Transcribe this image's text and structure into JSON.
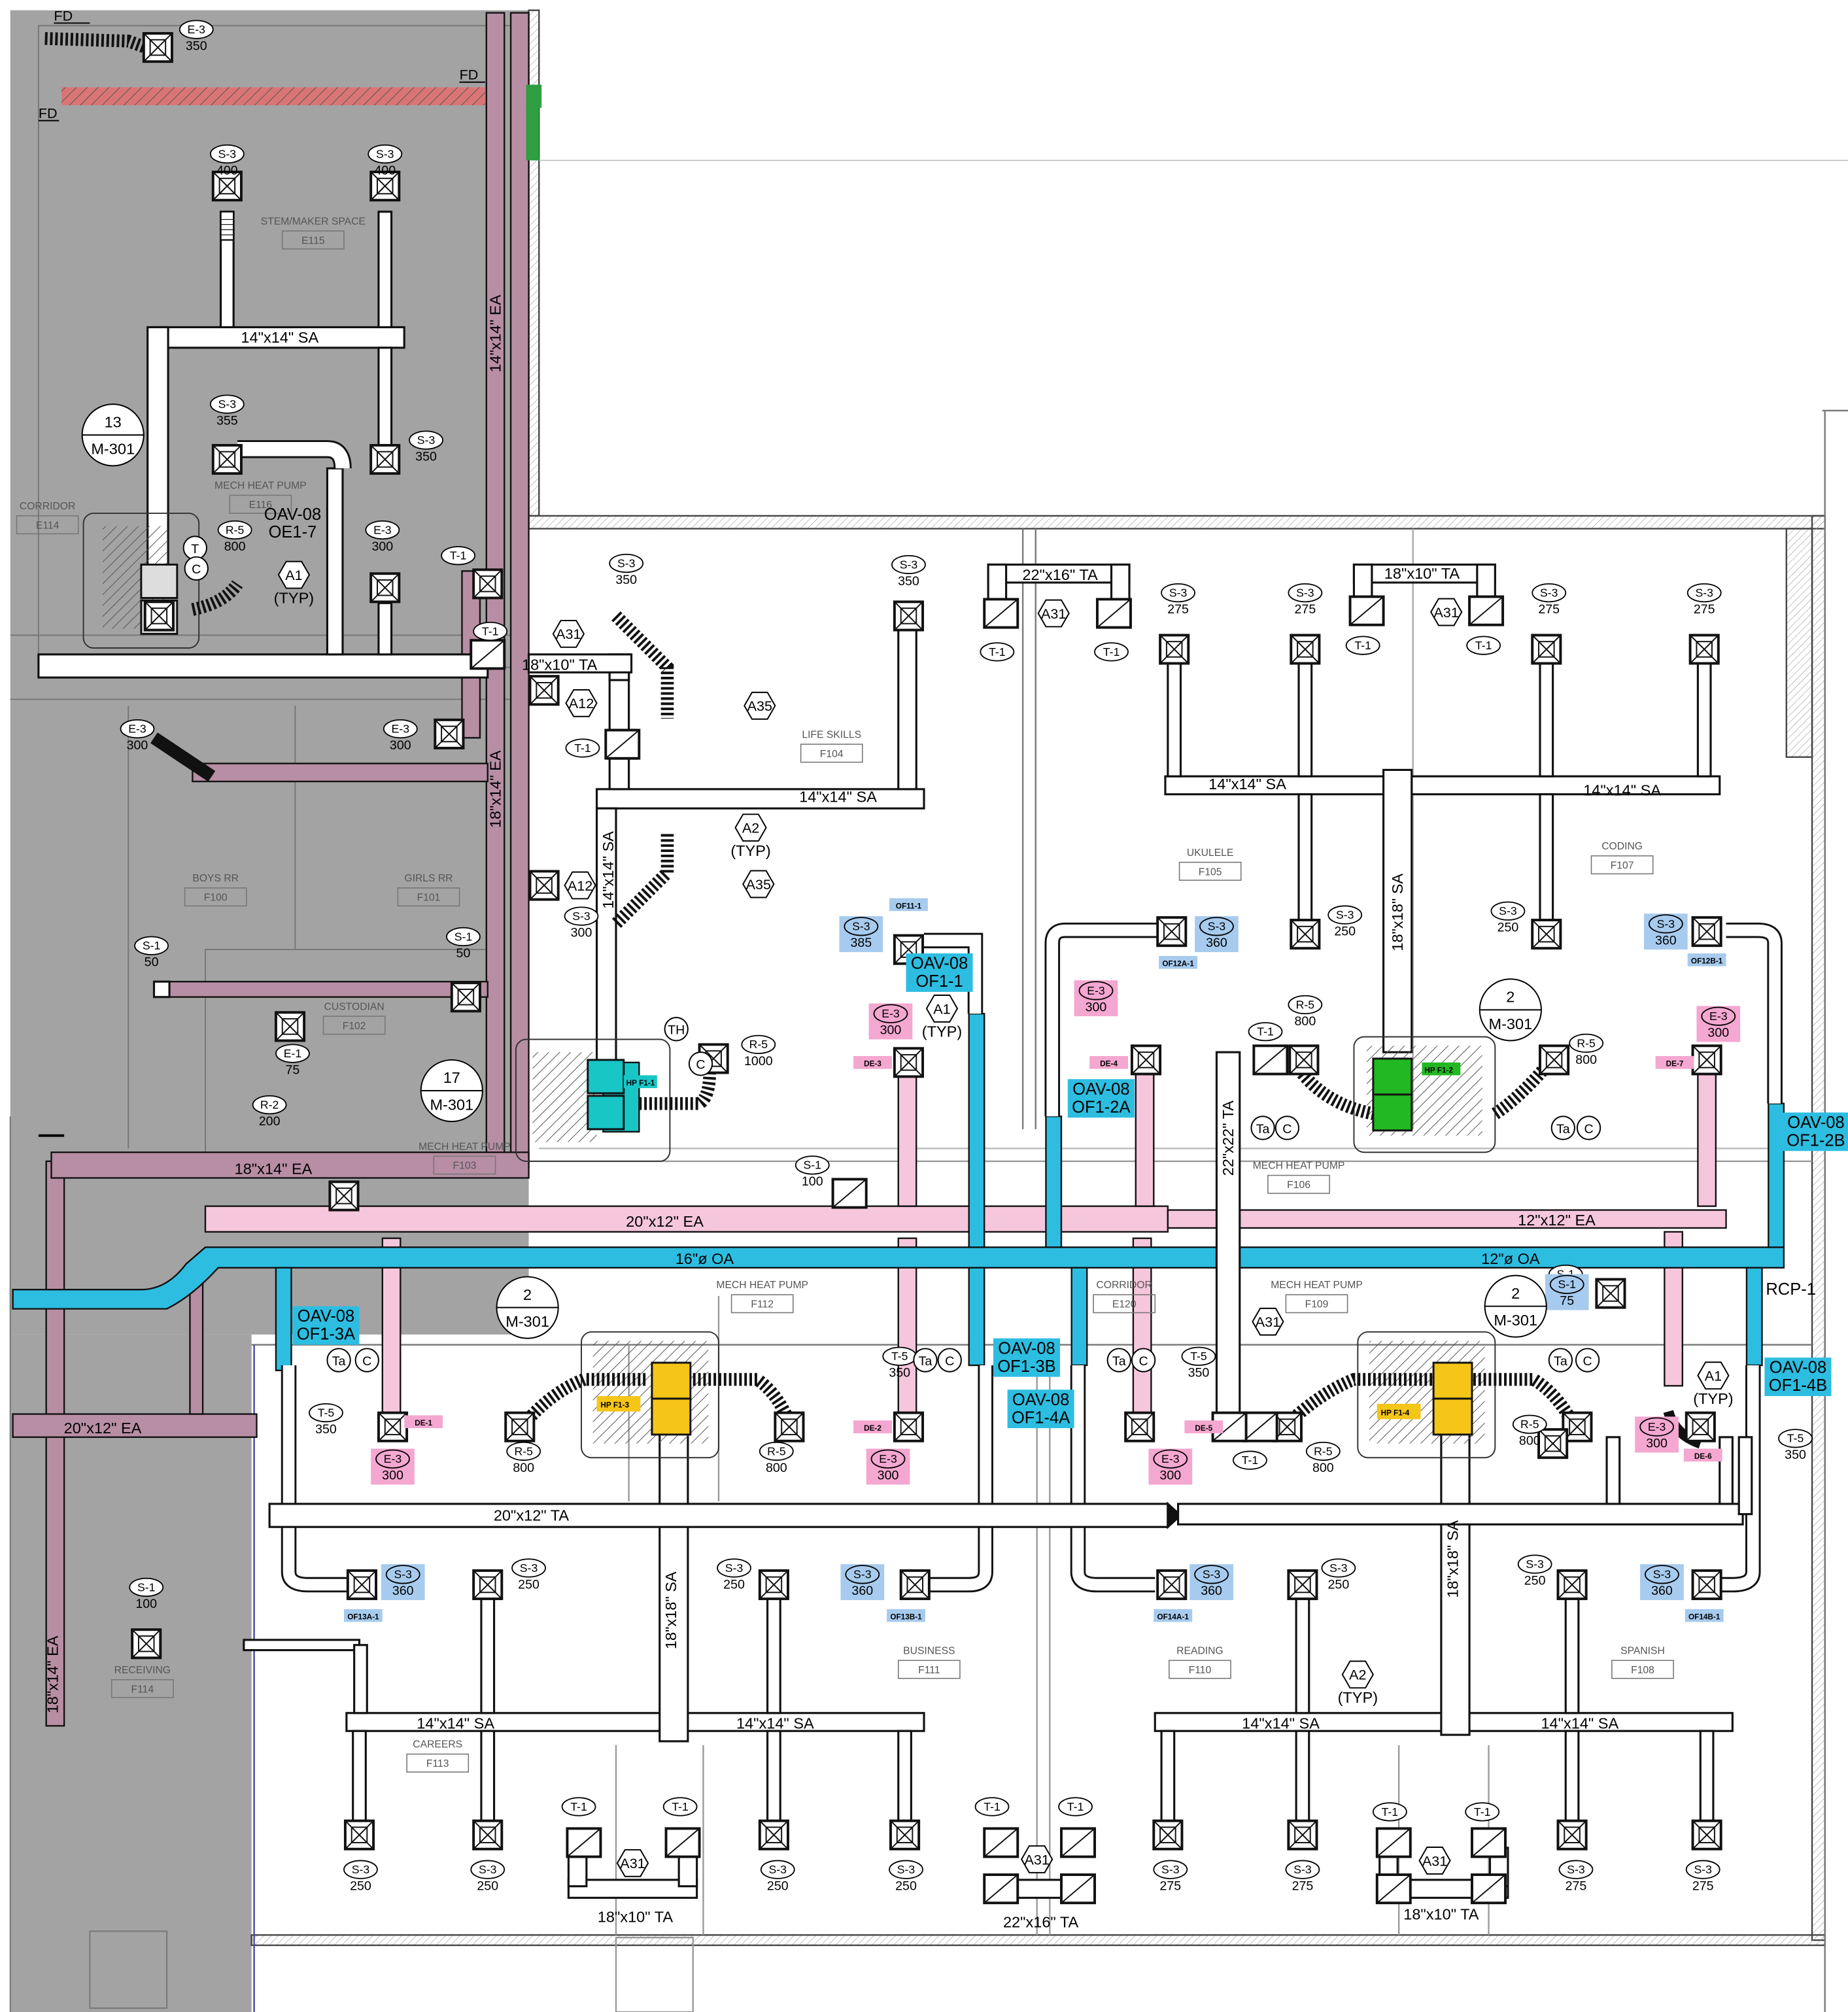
{
  "colors": {
    "existing_shade": "#9e9e9e",
    "supply_duct": "#ffffff",
    "exhaust_duct": "#f6c6dc",
    "exhaust_duct_dark": "#c98aa7",
    "outside_air": "#2dbde0",
    "heat_pump_yellow": "#f5c518",
    "heat_pump_green": "#22b822",
    "heat_pump_cyan": "#18c6c6",
    "tag_blue": "#a7cbee",
    "tag_pink": "#f4a7d0",
    "fire_damper_red": "#d9534f"
  },
  "rooms": [
    {
      "name": "STEM/MAKER SPACE",
      "number": "E115"
    },
    {
      "name": "CORRIDOR",
      "number": "E114"
    },
    {
      "name": "MECH HEAT PUMP",
      "number": "E116"
    },
    {
      "name": "BOYS RR",
      "number": "F100"
    },
    {
      "name": "GIRLS RR",
      "number": "F101"
    },
    {
      "name": "CUSTODIAN",
      "number": "F102"
    },
    {
      "name": "MECH HEAT PUMP",
      "number": "F103"
    },
    {
      "name": "LIFE SKILLS",
      "number": "F104"
    },
    {
      "name": "UKULELE",
      "number": "F105"
    },
    {
      "name": "CODING",
      "number": "F107"
    },
    {
      "name": "MECH HEAT PUMP",
      "number": "F106"
    },
    {
      "name": "MECH HEAT PUMP",
      "number": "F112"
    },
    {
      "name": "CORRIDOR",
      "number": "E120"
    },
    {
      "name": "MECH HEAT PUMP",
      "number": "F109"
    },
    {
      "name": "RECEIVING",
      "number": "F114"
    },
    {
      "name": "CAREERS",
      "number": "F113"
    },
    {
      "name": "BUSINESS",
      "number": "F111"
    },
    {
      "name": "READING",
      "number": "F110"
    },
    {
      "name": "SPANISH",
      "number": "F108"
    }
  ],
  "duct_labels": [
    "14\"x14\" SA",
    "14\"x14\" EA",
    "18\"x14\" EA",
    "18\"x14\" EA",
    "18\"x14\" EA",
    "18\"x10\" TA",
    "14\"x14\" SA",
    "14\"x14\" SA",
    "14\"x14\" SA",
    "14\"x14\" SA",
    "22\"x16\" TA",
    "18\"x10\" TA",
    "18\"x18\" SA",
    "22\"x22\" TA",
    "20\"x12\" EA",
    "12\"x12\" EA",
    "16\"ø OA",
    "12\"ø OA",
    "20\"x12\" EA",
    "20\"x12\" TA",
    "18\"x18\" SA",
    "18\"x18\" SA",
    "14\"x14\" SA",
    "14\"x14\" SA",
    "14\"x14\" SA",
    "14\"x14\" SA",
    "18\"x10\" TA",
    "22\"x16\" TA",
    "18\"x10\" TA"
  ],
  "diffusers": [
    {
      "tag": "E-3",
      "cfm": "350"
    },
    {
      "tag": "S-3",
      "cfm": "400"
    },
    {
      "tag": "S-3",
      "cfm": "400"
    },
    {
      "tag": "S-3",
      "cfm": "355"
    },
    {
      "tag": "S-3",
      "cfm": "350"
    },
    {
      "tag": "R-5",
      "cfm": "800"
    },
    {
      "tag": "E-3",
      "cfm": "300"
    },
    {
      "tag": "E-3",
      "cfm": "300"
    },
    {
      "tag": "E-3",
      "cfm": "300"
    },
    {
      "tag": "S-1",
      "cfm": "50"
    },
    {
      "tag": "S-1",
      "cfm": "50"
    },
    {
      "tag": "E-1",
      "cfm": "75"
    },
    {
      "tag": "R-2",
      "cfm": "200"
    },
    {
      "tag": "S-3",
      "cfm": "350"
    },
    {
      "tag": "S-3",
      "cfm": "350"
    },
    {
      "tag": "S-3",
      "cfm": "300"
    },
    {
      "tag": "R-5",
      "cfm": "1000"
    },
    {
      "tag": "S-1",
      "cfm": "100"
    },
    {
      "tag": "S-3",
      "cfm": "275"
    },
    {
      "tag": "S-3",
      "cfm": "275"
    },
    {
      "tag": "S-3",
      "cfm": "275"
    },
    {
      "tag": "S-3",
      "cfm": "275"
    },
    {
      "tag": "S-3",
      "cfm": "250"
    },
    {
      "tag": "S-3",
      "cfm": "250"
    },
    {
      "tag": "R-5",
      "cfm": "800"
    },
    {
      "tag": "R-5",
      "cfm": "800"
    },
    {
      "tag": "T-5",
      "cfm": "350"
    },
    {
      "tag": "R-5",
      "cfm": "800"
    },
    {
      "tag": "R-5",
      "cfm": "800"
    },
    {
      "tag": "T-5",
      "cfm": "350"
    },
    {
      "tag": "T-5",
      "cfm": "350"
    },
    {
      "tag": "R-5",
      "cfm": "800"
    },
    {
      "tag": "R-5",
      "cfm": "800"
    },
    {
      "tag": "T-5",
      "cfm": "350"
    },
    {
      "tag": "S-1",
      "cfm": "75"
    },
    {
      "tag": "S-1",
      "cfm": "100"
    },
    {
      "tag": "S-3",
      "cfm": "250"
    },
    {
      "tag": "S-3",
      "cfm": "250"
    },
    {
      "tag": "S-3",
      "cfm": "250"
    },
    {
      "tag": "S-3",
      "cfm": "250"
    },
    {
      "tag": "S-3",
      "cfm": "250"
    },
    {
      "tag": "S-3",
      "cfm": "250"
    },
    {
      "tag": "S-3",
      "cfm": "250"
    },
    {
      "tag": "S-3",
      "cfm": "250"
    },
    {
      "tag": "S-3",
      "cfm": "275"
    },
    {
      "tag": "S-3",
      "cfm": "275"
    },
    {
      "tag": "S-3",
      "cfm": "275"
    },
    {
      "tag": "S-3",
      "cfm": "275"
    }
  ],
  "highlight_tags": [
    {
      "tag": "S-3",
      "cfm": "385",
      "color": "blue",
      "id": "OF11-1"
    },
    {
      "tag": "S-3",
      "cfm": "360",
      "color": "blue",
      "id": "OF12A-1"
    },
    {
      "tag": "S-3",
      "cfm": "360",
      "color": "blue",
      "id": "OF12B-1"
    },
    {
      "tag": "E-3",
      "cfm": "300",
      "color": "pink",
      "id": "DE-3"
    },
    {
      "tag": "E-3",
      "cfm": "300",
      "color": "pink",
      "id": "DE-4"
    },
    {
      "tag": "E-3",
      "cfm": "300",
      "color": "pink",
      "id": "DE-7"
    },
    {
      "tag": "E-3",
      "cfm": "300",
      "color": "pink",
      "id": "DE-1"
    },
    {
      "tag": "E-3",
      "cfm": "300",
      "color": "pink",
      "id": "DE-2"
    },
    {
      "tag": "E-3",
      "cfm": "300",
      "color": "pink",
      "id": "DE-5"
    },
    {
      "tag": "E-3",
      "cfm": "300",
      "color": "pink",
      "id": "DE-6"
    },
    {
      "tag": "S-3",
      "cfm": "360",
      "color": "blue",
      "id": "OF13A-1"
    },
    {
      "tag": "S-3",
      "cfm": "360",
      "color": "blue",
      "id": "OF13B-1"
    },
    {
      "tag": "S-3",
      "cfm": "360",
      "color": "blue",
      "id": "OF14A-1"
    },
    {
      "tag": "S-3",
      "cfm": "360",
      "color": "blue",
      "id": "OF14B-1"
    },
    {
      "tag": "S-1",
      "cfm": "75",
      "color": "blue",
      "id": ""
    }
  ],
  "oav_tags": [
    {
      "line1": "OAV-08",
      "line2": "OE1-7"
    },
    {
      "line1": "OAV-08",
      "line2": "OF1-1"
    },
    {
      "line1": "OAV-08",
      "line2": "OF1-2A"
    },
    {
      "line1": "OAV-08",
      "line2": "OF1-2B"
    },
    {
      "line1": "OAV-08",
      "line2": "OF1-3A"
    },
    {
      "line1": "OAV-08",
      "line2": "OF1-3B"
    },
    {
      "line1": "OAV-08",
      "line2": "OF1-4A"
    },
    {
      "line1": "OAV-08",
      "line2": "OF1-4B"
    }
  ],
  "heat_pumps": [
    {
      "label": "HP F1-1",
      "color": "cyan"
    },
    {
      "label": "HP F1-2",
      "color": "green"
    },
    {
      "label": "HP F1-3",
      "color": "yellow"
    },
    {
      "label": "HP F1-4",
      "color": "yellow"
    }
  ],
  "section_refs": [
    {
      "num": "13",
      "sheet": "M-301"
    },
    {
      "num": "17",
      "sheet": "M-301"
    },
    {
      "num": "2",
      "sheet": "M-301"
    },
    {
      "num": "2",
      "sheet": "M-301"
    },
    {
      "num": "2",
      "sheet": "M-301"
    }
  ],
  "keynotes": [
    {
      "text": "A1",
      "sub": "(TYP)"
    },
    {
      "text": "A31",
      "sub": ""
    },
    {
      "text": "A12",
      "sub": ""
    },
    {
      "text": "A35",
      "sub": ""
    },
    {
      "text": "A2",
      "sub": "(TYP)"
    },
    {
      "text": "A12",
      "sub": ""
    },
    {
      "text": "A35",
      "sub": ""
    },
    {
      "text": "A31",
      "sub": ""
    },
    {
      "text": "A31",
      "sub": ""
    },
    {
      "text": "A1",
      "sub": "(TYP)"
    },
    {
      "text": "A31",
      "sub": ""
    },
    {
      "text": "A1",
      "sub": "(TYP)"
    },
    {
      "text": "A31",
      "sub": ""
    },
    {
      "text": "A31",
      "sub": ""
    },
    {
      "text": "A31",
      "sub": ""
    },
    {
      "text": "A2",
      "sub": "(TYP)"
    }
  ],
  "thermostat_labels": [
    "T",
    "C",
    "TH",
    "C",
    "Ta",
    "C",
    "Ta",
    "C",
    "Ta",
    "C",
    "Ta",
    "C",
    "Ta",
    "C",
    "Ta",
    "C"
  ],
  "misc_labels": {
    "fd_top_left": "FD",
    "fd_top": "FD",
    "fd_bottom_left": "FD",
    "rcp": "RCP-1",
    "t1": "T-1"
  }
}
